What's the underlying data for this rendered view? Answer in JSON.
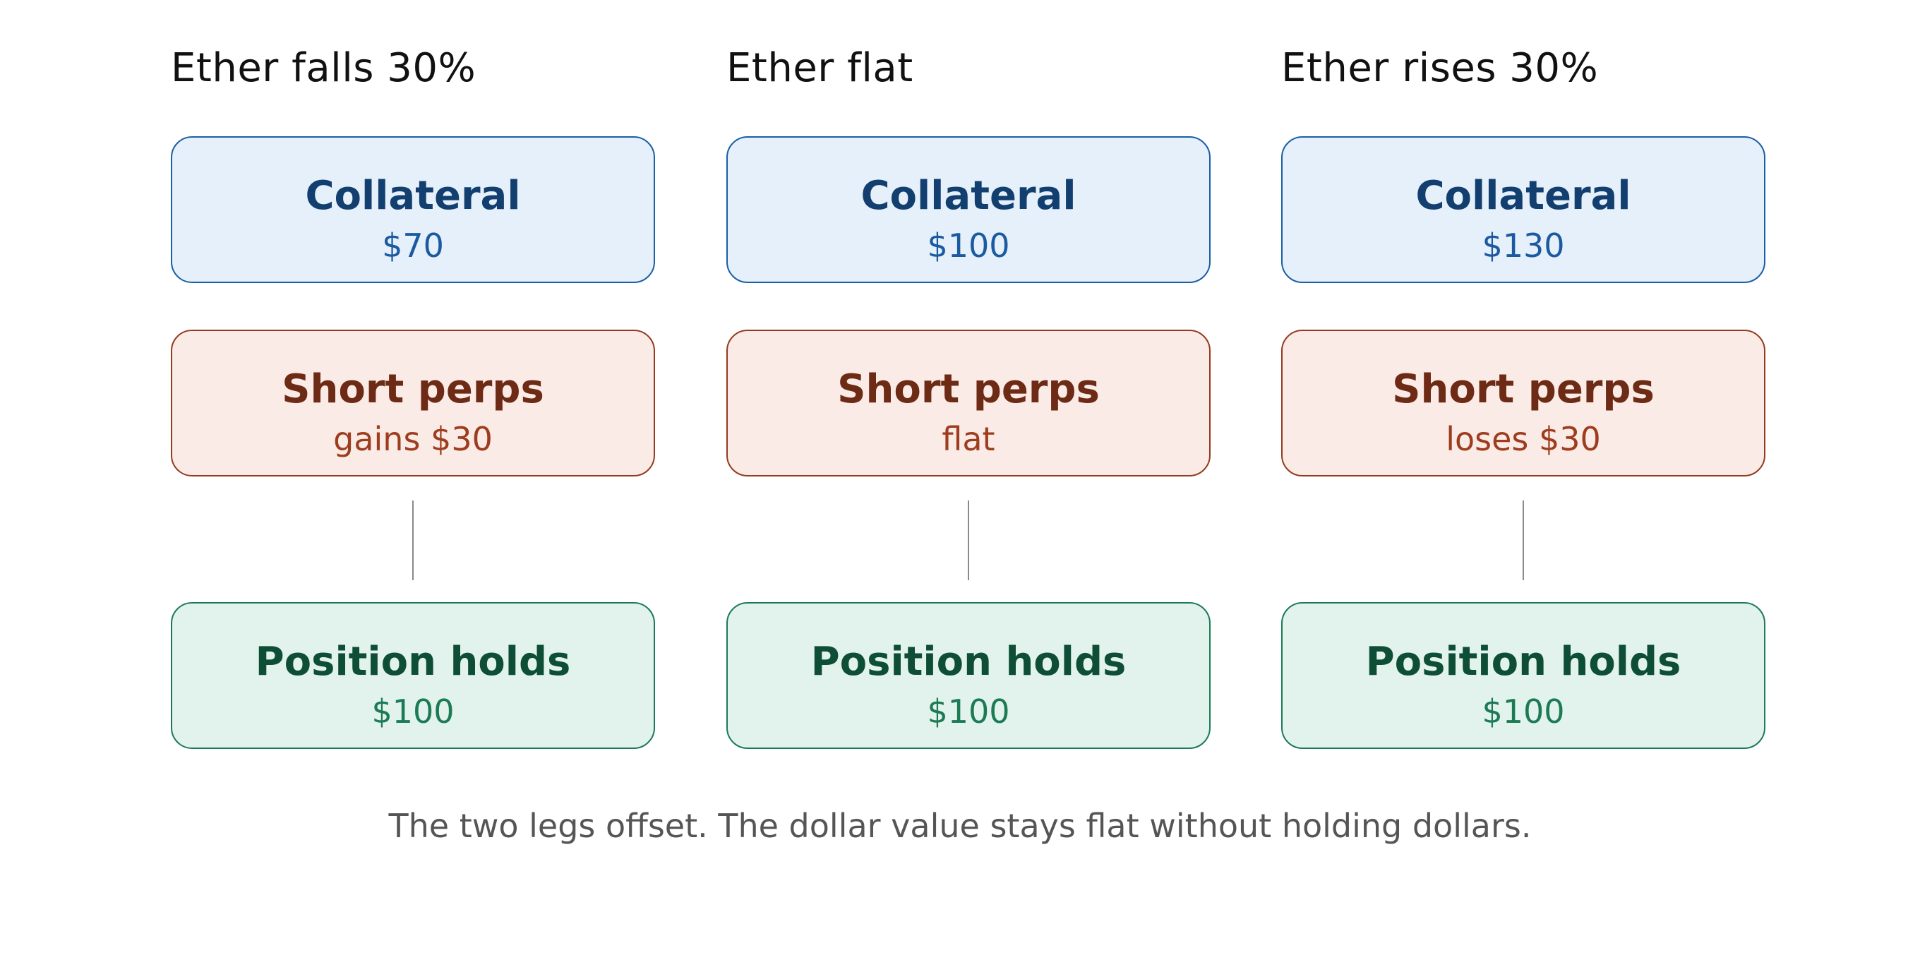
{
  "scenarios": [
    {
      "title": "Ether falls 30%",
      "collateral": {
        "label": "Collateral",
        "value": "$70"
      },
      "perps": {
        "label": "Short perps",
        "value": "gains $30"
      },
      "holds": {
        "label": "Position holds",
        "value": "$100"
      }
    },
    {
      "title": "Ether flat",
      "collateral": {
        "label": "Collateral",
        "value": "$100"
      },
      "perps": {
        "label": "Short perps",
        "value": "flat"
      },
      "holds": {
        "label": "Position holds",
        "value": "$100"
      }
    },
    {
      "title": "Ether rises 30%",
      "collateral": {
        "label": "Collateral",
        "value": "$130"
      },
      "perps": {
        "label": "Short perps",
        "value": "loses $30"
      },
      "holds": {
        "label": "Position holds",
        "value": "$100"
      }
    }
  ],
  "caption": "The two legs offset. The dollar value stays flat without holding dollars.",
  "colors": {
    "collateral_fill": "#e5f0fa",
    "collateral_border": "#1a5ea6",
    "perps_fill": "#faebe7",
    "perps_border": "#953a1f",
    "holds_fill": "#e1f3ec",
    "holds_border": "#1c7a55",
    "connector": "#8a8a8a"
  }
}
